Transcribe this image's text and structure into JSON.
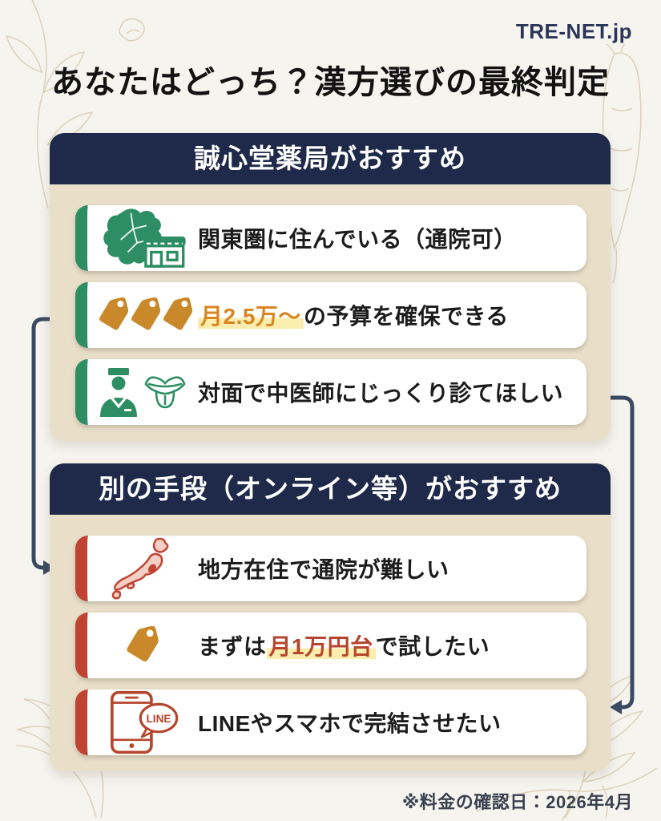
{
  "brand": "TRE-NET.jp",
  "title": "あなたはどっち？漢方選びの最終判定",
  "footnote": "※料金の確認日：2026年4月",
  "sections": [
    {
      "header": "誠心堂薬局がおすすめ",
      "accent_color": "#2e8e63",
      "cards": [
        {
          "icon": "kanto-map-icon",
          "parts": [
            "関東圏に住んでいる（通院可）"
          ]
        },
        {
          "icon": "price-tags-icon",
          "parts": [
            "月2.5万〜",
            "の予算を確保できる"
          ]
        },
        {
          "icon": "doctor-and-tongue-icon",
          "parts": [
            "対面で中医師にじっくり診てほしい"
          ]
        }
      ]
    },
    {
      "header": "別の手段（オンライン等）がおすすめ",
      "accent_color": "#bf4433",
      "cards": [
        {
          "icon": "japan-map-icon",
          "parts": [
            "地方在住で通院が難しい"
          ]
        },
        {
          "icon": "price-tag-icon",
          "parts": [
            "まずは",
            "月1万円台",
            "で試したい"
          ]
        },
        {
          "icon": "phone-line-icon",
          "parts": [
            "LINEやスマホで完結させたい"
          ]
        }
      ]
    }
  ],
  "icons": {
    "line_bubble_label": "LINE"
  },
  "colors": {
    "navy_header": "#1f2a4a",
    "green_accent": "#2e8e63",
    "red_accent": "#bf4433",
    "tag_orange": "#c9882a",
    "price_orange": "#d8861f",
    "price_red": "#b5452c",
    "highlight_yellow": "#faedae",
    "section_beige": "#e9dfc9",
    "background": "#f6f4ef",
    "arrow": "#3a4a62"
  }
}
